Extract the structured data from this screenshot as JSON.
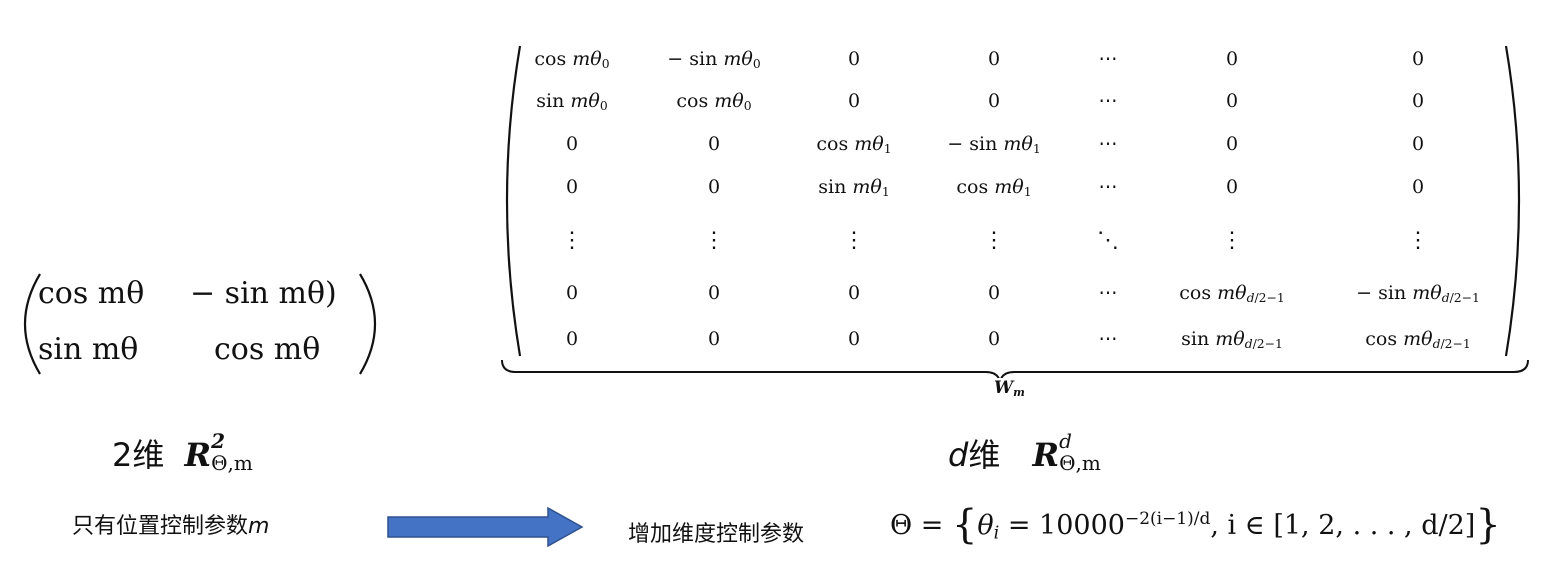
{
  "matrix2": {
    "r0c0": "cos mθ",
    "r0c1": "− sin mθ)",
    "r1c0": "sin mθ",
    "r1c1": "cos mθ"
  },
  "bigmatrix": {
    "r0": [
      "cos mθ0",
      "− sin mθ0",
      "0",
      "0",
      "⋯",
      "0",
      "0"
    ],
    "r1": [
      "sin mθ0",
      "cos mθ0",
      "0",
      "0",
      "⋯",
      "0",
      "0"
    ],
    "r2": [
      "0",
      "0",
      "cos mθ1",
      "− sin mθ1",
      "⋯",
      "0",
      "0"
    ],
    "r3": [
      "0",
      "0",
      "sin mθ1",
      "cos mθ1",
      "⋯",
      "0",
      "0"
    ],
    "r4": [
      "⋮",
      "⋮",
      "⋮",
      "⋮",
      "⋱",
      "⋮",
      "⋮"
    ],
    "r5": [
      "0",
      "0",
      "0",
      "0",
      "⋯",
      "cos mθd/2−1",
      "− sin mθd/2−1"
    ],
    "r6": [
      "0",
      "0",
      "0",
      "0",
      "⋯",
      "sin mθd/2−1",
      "cos mθd/2−1"
    ],
    "underbrace_label": "Wm"
  },
  "labels": {
    "two_d_prefix": "2维",
    "two_d_symbol": "R",
    "two_d_sup": "2",
    "two_d_sub": "Θ,m",
    "d_prefix_var": "d",
    "d_prefix_word": "维",
    "d_symbol": "R",
    "d_sup": "d",
    "d_sub": "Θ,m"
  },
  "notes": {
    "left_note": "只有位置控制参数",
    "left_note_var": "m",
    "right_note": "增加维度控制参数"
  },
  "formula": {
    "lhs": "Θ = ",
    "theta_i": "θi",
    "eq": " = 10000",
    "exponent": "−2(i−1)/d",
    "rest": ", i ∈ [1, 2, . . . , d/2]"
  },
  "colors": {
    "arrow": "#4472C4",
    "arrow_stroke": "#2F528F"
  }
}
